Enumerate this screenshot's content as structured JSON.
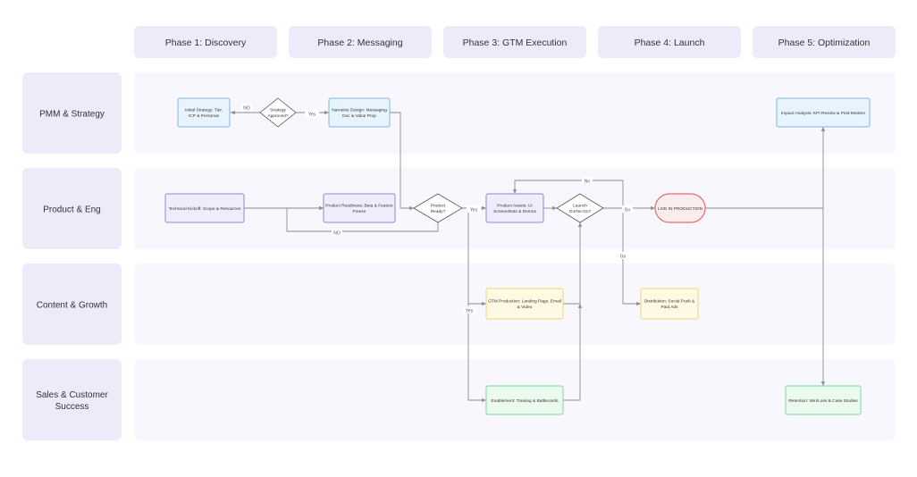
{
  "phases": [
    {
      "id": "p1",
      "label": "Phase 1: Discovery"
    },
    {
      "id": "p2",
      "label": "Phase 2: Messaging"
    },
    {
      "id": "p3",
      "label": "Phase 3: GTM Execution"
    },
    {
      "id": "p4",
      "label": "Phase 4: Launch"
    },
    {
      "id": "p5",
      "label": "Phase 5: Optimization"
    }
  ],
  "lanes": [
    {
      "id": "l1",
      "label": [
        "PMM & Strategy"
      ]
    },
    {
      "id": "l2",
      "label": [
        "Product & Eng"
      ]
    },
    {
      "id": "l3",
      "label": [
        "Content & Growth"
      ]
    },
    {
      "id": "l4",
      "label": [
        "Sales & Customer",
        "Success"
      ]
    }
  ],
  "nodes": [
    {
      "id": "n1",
      "shape": "rect",
      "color": "blue",
      "lines": [
        "Initial Strategy: Tier,",
        "ICP & Personas"
      ]
    },
    {
      "id": "n2",
      "shape": "diamond",
      "color": "none",
      "lines": [
        "Strategy",
        "Approved?"
      ]
    },
    {
      "id": "n3",
      "shape": "rect",
      "color": "blue",
      "lines": [
        "Narrative Design: Messaging",
        "Doc & Value Prop"
      ]
    },
    {
      "id": "n4",
      "shape": "rect",
      "color": "blue",
      "lines": [
        "Impact Analysis: KPI Review & Post-Mortem"
      ]
    },
    {
      "id": "n5",
      "shape": "rect",
      "color": "purple",
      "lines": [
        "Technical Kickoff: Scope & Resources"
      ]
    },
    {
      "id": "n6",
      "shape": "rect",
      "color": "purple",
      "lines": [
        "Product Readiness: Beta & Feature",
        "Freeze"
      ]
    },
    {
      "id": "n7",
      "shape": "diamond",
      "color": "none",
      "lines": [
        "Product",
        "Ready?"
      ]
    },
    {
      "id": "n8",
      "shape": "rect",
      "color": "purple",
      "lines": [
        "Product Assets: UI",
        "Screenshots & Demos"
      ]
    },
    {
      "id": "n9",
      "shape": "diamond",
      "color": "none",
      "lines": [
        "Launch",
        "Go/No-Go?"
      ]
    },
    {
      "id": "n10",
      "shape": "pill",
      "color": "red",
      "lines": [
        "LIVE IN PRODUCTION"
      ]
    },
    {
      "id": "n11",
      "shape": "rect",
      "color": "yellow",
      "lines": [
        "GTM Production: Landing Page, Email",
        "& Video"
      ]
    },
    {
      "id": "n12",
      "shape": "rect",
      "color": "yellow",
      "lines": [
        "Distribution: Social Push &",
        "Paid Ads"
      ]
    },
    {
      "id": "n13",
      "shape": "rect",
      "color": "green",
      "lines": [
        "Enablement: Training & Battlecards"
      ]
    },
    {
      "id": "n14",
      "shape": "rect",
      "color": "green",
      "lines": [
        "Retention: Win/Loss & Case Studies"
      ]
    }
  ],
  "edge_labels": [
    "NO",
    "Yes",
    "NO",
    "Yes",
    "No",
    "Yes",
    "Go",
    "Go"
  ],
  "colors": {
    "lane_header_bg": "#edeaf9",
    "lane_body_bg": "#f8f7fd",
    "phase_header_bg": "#edeaf9",
    "edge": "#8c8c8c",
    "blue_fill": "#e8f4fd",
    "blue_stroke": "#7fb5e6",
    "purple_fill": "#efedfb",
    "purple_stroke": "#8e86d8",
    "yellow_fill": "#fef9e3",
    "yellow_stroke": "#f0d47a",
    "green_fill": "#ebfaef",
    "green_stroke": "#82d69c",
    "red_fill": "#fdecec",
    "red_stroke": "#e26d6d",
    "diamond_fill": "#ffffff",
    "diamond_stroke": "#555555",
    "text": "#333333"
  }
}
